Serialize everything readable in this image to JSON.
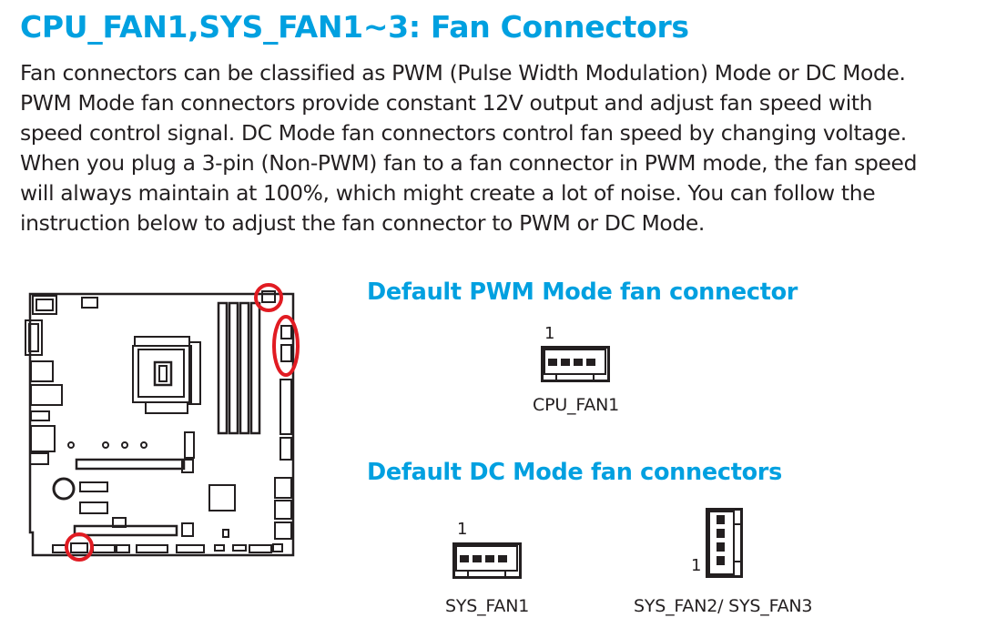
{
  "heading": "CPU_FAN1,SYS_FAN1~3: Fan Connectors",
  "paragraph": [
    "Fan connectors can be classified as PWM (Pulse Width Modulation) Mode or DC Mode.",
    "PWM Mode fan connectors provide constant 12V output and adjust fan speed with",
    "speed control signal. DC Mode fan connectors control fan speed by changing voltage.",
    "When you plug a 3-pin (Non-PWM) fan to a fan connector in PWM mode, the fan speed",
    "will always maintain at 100%, which might create a lot of noise. You can follow the",
    "instruction below to adjust the fan connector to PWM or DC Mode."
  ],
  "pwm_section": {
    "title": "Default PWM Mode fan connector",
    "pin_label": "1",
    "connector_label": "CPU_FAN1"
  },
  "dc_section": {
    "title": "Default DC Mode fan connectors",
    "sys_fan1": {
      "pin_label": "1",
      "label": "SYS_FAN1"
    },
    "sys_fan23": {
      "pin_label": "1",
      "label": "SYS_FAN2/ SYS_FAN3"
    }
  },
  "colors": {
    "heading": "#00a0e0",
    "text": "#231f20",
    "highlight": "#e11b22"
  },
  "icons": [
    "motherboard-diagram",
    "fan-connector-horizontal-icon",
    "fan-connector-vertical-icon"
  ]
}
